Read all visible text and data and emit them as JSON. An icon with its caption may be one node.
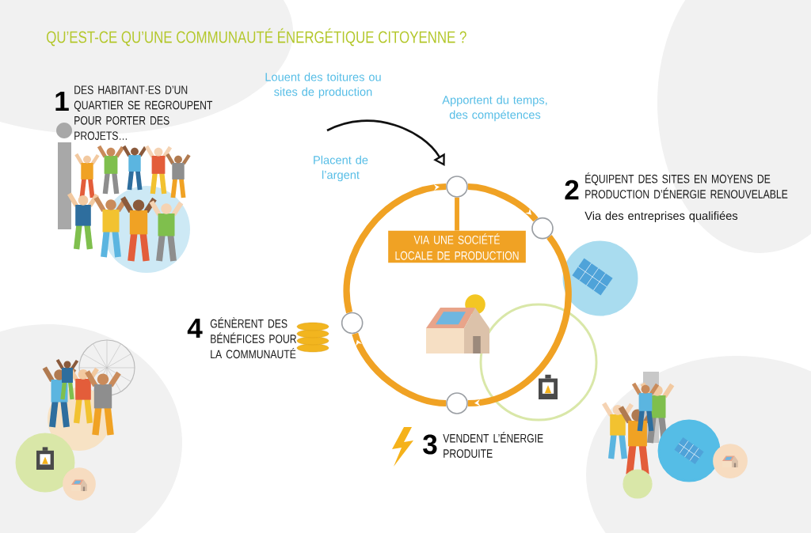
{
  "diagram": {
    "title": "QU’EST-CE QU’UNE COMMUNAUTÉ ÉNERGÉTIQUE CITOYENNE ?",
    "nodes": [
      {
        "text": [],
        "shape": "circle"
      },
      {
        "text": [],
        "shape": "circle"
      },
      {
        "text": [],
        "shape": "circle"
      },
      {
        "text": [],
        "shape": "circle"
      },
      {
        "text": [
          "VIA UNE SOCIÉTÉ LOCALE DE PRODUCTION"
        ]
      }
    ],
    "edges": [
      {
        "from": 4,
        "to": 0,
        "arrow": "none"
      },
      {
        "from": null,
        "to": 0,
        "arrow": "to",
        "color": "#111111"
      },
      {
        "from": 0,
        "to": 1,
        "arrow": "to"
      },
      {
        "from": 1,
        "to": 2,
        "arrow": "to"
      },
      {
        "from": 2,
        "to": 3,
        "arrow": "to"
      },
      {
        "from": 3,
        "to": 0,
        "arrow": "to"
      }
    ],
    "labels": [
      "Louent des toitures ou sites de production",
      "1",
      "DES HABITANT·ES D’UN QUARTIER SE REGROUPENT POUR PORTER DES PROJETS…",
      "Apportent du temps, des compétences",
      "Placent de l’argent",
      "2",
      "ÉQUIPENT DES SITES EN MOYENS DE PRODUCTION D’ÉNERGIE RENOUVELABLE",
      "Via des entreprises qualifiées",
      "4",
      "GÉNÈRENT DES BÉNÉFICES POUR LA COMMUNAUTÉ",
      "3",
      "VENDENT L’ÉNERGIE PRODUITE"
    ]
  }
}
